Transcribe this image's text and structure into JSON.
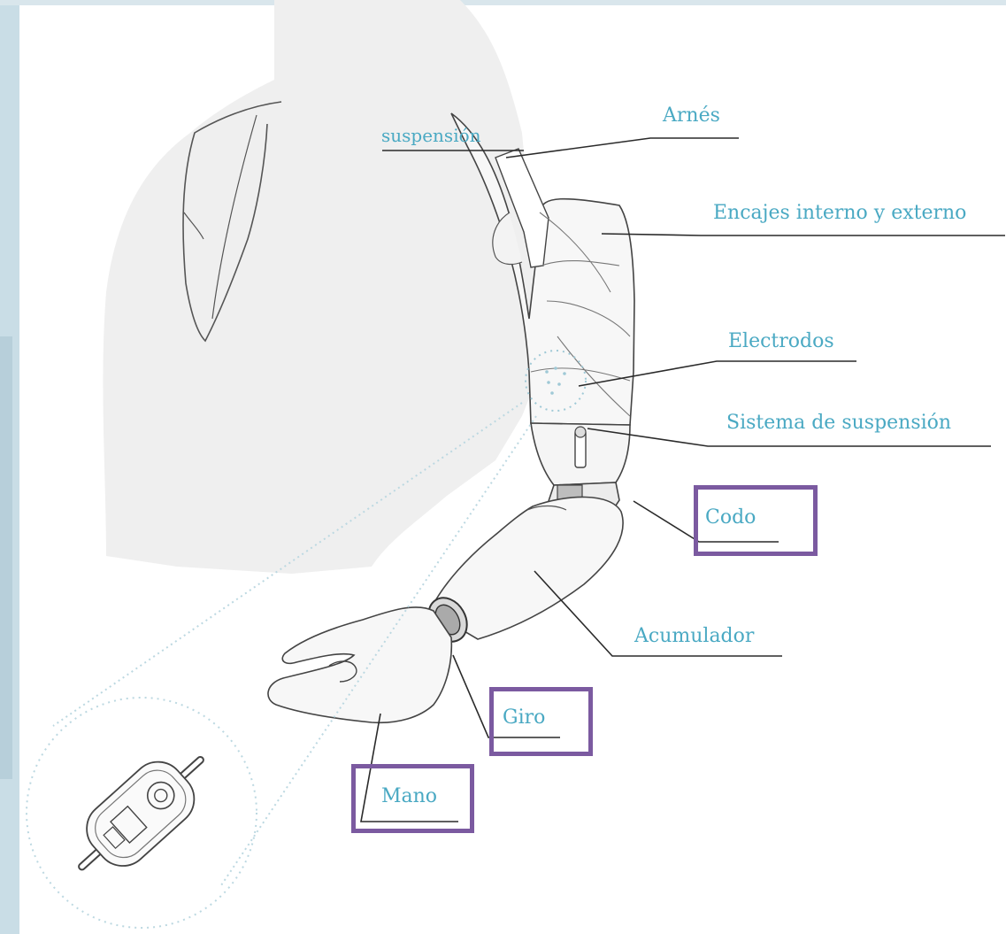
{
  "diagram": {
    "labels": {
      "arnes": "Arnés",
      "suspension_top": "suspensión",
      "encajes": "Encajes interno y externo",
      "electrodos": "Electrodos",
      "sistema_suspension": "Sistema de suspensión",
      "codo": "Codo",
      "acumulador": "Acumulador",
      "giro": "Giro",
      "mano": "Mano"
    },
    "highlighted": [
      "Codo",
      "Giro",
      "Mano"
    ],
    "colors": {
      "label": "#4aa9c3",
      "highlight_box": "#7b5aa0",
      "leader_line": "#2a2a2a",
      "torso": "#efefef",
      "dotted": "#9fc9d6",
      "left_edge": "#c9dde6"
    }
  }
}
